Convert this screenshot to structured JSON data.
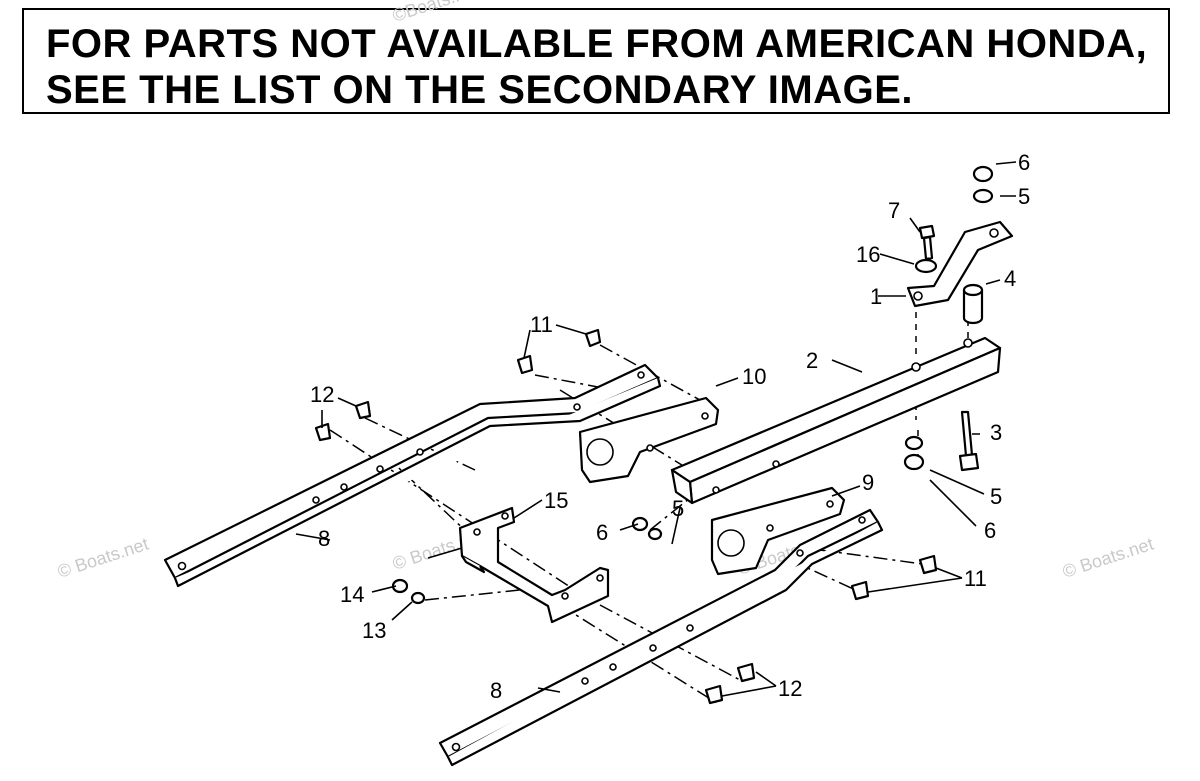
{
  "notice": {
    "line1": "FOR PARTS NOT AVAILABLE FROM AMERICAN HONDA,",
    "line2": "SEE THE LIST ON THE SECONDARY IMAGE."
  },
  "watermark": {
    "text": "© Boats.net",
    "top_text": "©Boats.net"
  },
  "callouts": {
    "c1": "1",
    "c2": "2",
    "c3": "3",
    "c4": "4",
    "c5a": "5",
    "c5b": "5",
    "c5c": "5",
    "c6a": "6",
    "c6b": "6",
    "c6c": "6",
    "c7": "7",
    "c8a": "8",
    "c8b": "8",
    "c9": "9",
    "c10": "10",
    "c11a": "11",
    "c11b": "11",
    "c12a": "12",
    "c12b": "12",
    "c13": "13",
    "c14": "14",
    "c15": "15",
    "c16": "16"
  },
  "colors": {
    "line": "#000000",
    "background": "#ffffff",
    "watermark": "#c9c9c9"
  }
}
